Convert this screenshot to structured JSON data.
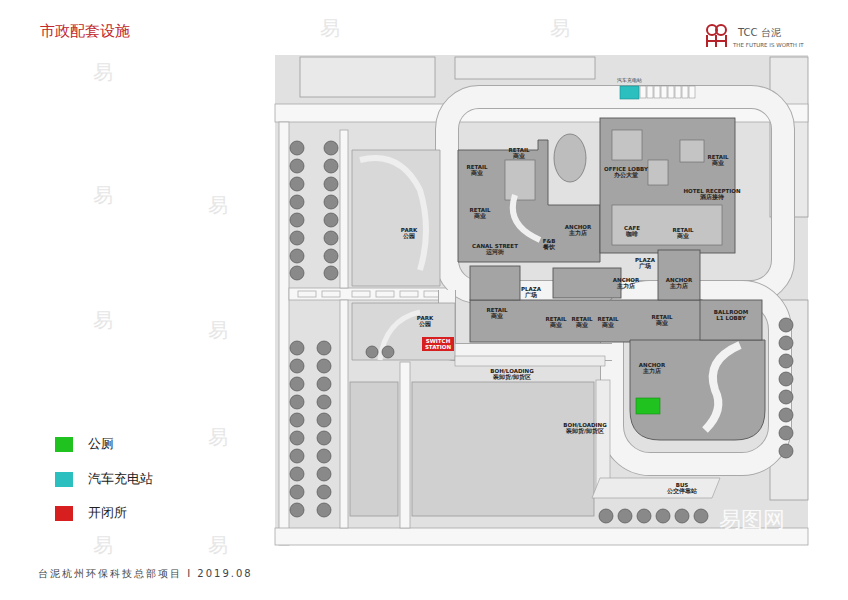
{
  "diagram": {
    "title": "市政配套设施",
    "caption": "台泥杭州环保科技总部项目 I 2019.08",
    "nodes": [
      {
        "text": [
          "RETAIL",
          "商业"
        ]
      },
      {
        "text": [
          "RETAIL",
          "商业"
        ]
      },
      {
        "text": [
          "RETAIL",
          "商业"
        ]
      },
      {
        "text": [
          "F&B",
          "餐饮"
        ]
      },
      {
        "text": [
          "ANCHOR",
          "主力店"
        ]
      },
      {
        "text": [
          "OFFICE LOBBY",
          "办公大堂"
        ]
      },
      {
        "text": [
          "RETAIL",
          "商业"
        ]
      },
      {
        "text": [
          "HOTEL RECEPTION",
          "酒店接待"
        ]
      },
      {
        "text": [
          "CAFE",
          "咖啡"
        ]
      },
      {
        "text": [
          "RETAIL",
          "商业"
        ]
      },
      {
        "text": [
          "CANAL STREET",
          "运河街"
        ]
      },
      {
        "text": [
          "PLAZA",
          "广场"
        ]
      },
      {
        "text": [
          "ANCHOR",
          "主力店"
        ]
      },
      {
        "text": [
          "ANCHOR",
          "主力店"
        ]
      },
      {
        "text": [
          "PLAZA",
          "广场"
        ]
      },
      {
        "text": [
          "RETAIL",
          "商业"
        ]
      },
      {
        "text": [
          "RETAIL",
          "商业"
        ]
      },
      {
        "text": [
          "RETAIL",
          "商业"
        ]
      },
      {
        "text": [
          "RETAIL",
          "商业"
        ]
      },
      {
        "text": [
          "RETAIL",
          "商业"
        ]
      },
      {
        "text": [
          "BALLROOM L1 LOBBY"
        ]
      },
      {
        "text": [
          "ANCHOR",
          "主力店"
        ]
      },
      {
        "text": [
          "PARK",
          "公园"
        ]
      },
      {
        "text": [
          "PARK",
          "公园"
        ]
      },
      {
        "text": [
          "SWITCH STATION"
        ]
      },
      {
        "text": [
          "BOH/LOADING",
          "装卸货/卸货区"
        ]
      },
      {
        "text": [
          "BOH/LOADING",
          "装卸货/卸货区"
        ]
      },
      {
        "text": [
          "BUS",
          "公交停靠站"
        ]
      }
    ],
    "labels": [
      "TCC 台泥",
      "THE FUTURE IS WORTH IT",
      "汽车充电站",
      "易",
      "易",
      "易",
      "易",
      "易",
      "易",
      "易",
      "易",
      "易",
      "易",
      "易图网"
    ],
    "legend": [
      {
        "text": "公厕",
        "color": "#1fc21f"
      },
      {
        "text": "汽车充电站",
        "color": "#2bbfc0"
      },
      {
        "text": "开闭所",
        "color": "#d71f1f"
      }
    ]
  }
}
